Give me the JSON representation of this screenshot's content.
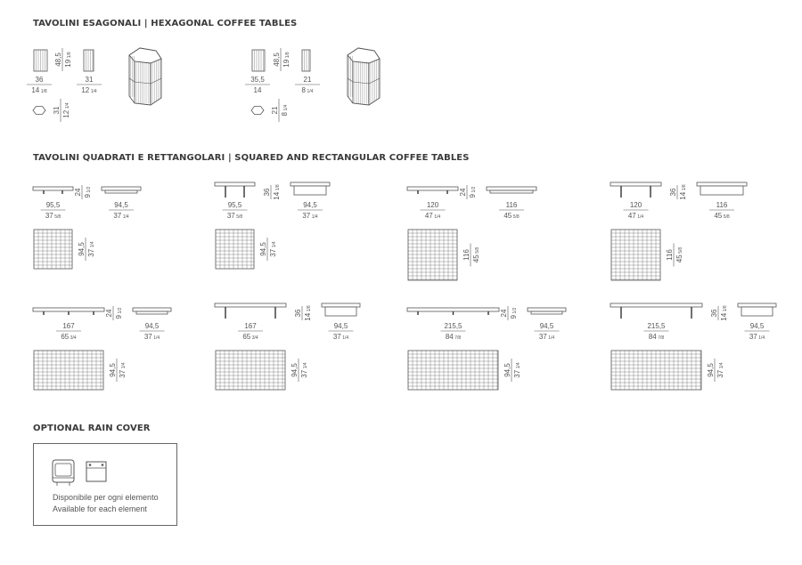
{
  "headings": {
    "hexagonal": "TAVOLINI ESAGONALI  |  HEXAGONAL COFFEE TABLES",
    "squared": "TAVOLINI QUADRATI E RETTANGOLARI  |  SQUARED AND RECTANGULAR COFFEE TABLES",
    "rain_cover": "OPTIONAL RAIN COVER"
  },
  "hexagonal": [
    {
      "height": "48,5",
      "height_in": "19",
      "height_frac": "1/8",
      "width": "36",
      "width_in": "14",
      "width_frac": "1/8",
      "depth": "31",
      "depth_in": "12",
      "depth_frac": "1/4",
      "top_dim": "31",
      "top_in": "12",
      "top_frac": "1/4"
    },
    {
      "height": "48,5",
      "height_in": "19",
      "height_frac": "1/8",
      "width": "35,5",
      "width_in": "14",
      "width_frac": "",
      "depth": "21",
      "depth_in": "8",
      "depth_frac": "1/4",
      "top_dim": "21",
      "top_in": "8",
      "top_frac": "1/4"
    }
  ],
  "tables": [
    {
      "height": "24",
      "height_in": "9",
      "height_frac": "1/2",
      "length": "95,5",
      "length_in": "37",
      "length_frac": "5/8",
      "width": "94,5",
      "width_in": "37",
      "width_frac": "1/4",
      "plan_dim": "94,5",
      "plan_in": "37",
      "plan_frac": "1/4"
    },
    {
      "height": "36",
      "height_in": "14",
      "height_frac": "1/8",
      "length": "95,5",
      "length_in": "37",
      "length_frac": "5/8",
      "width": "94,5",
      "width_in": "37",
      "width_frac": "1/4",
      "plan_dim": "94,5",
      "plan_in": "37",
      "plan_frac": "1/4"
    },
    {
      "height": "24",
      "height_in": "9",
      "height_frac": "1/2",
      "length": "120",
      "length_in": "47",
      "length_frac": "1/4",
      "width": "116",
      "width_in": "45",
      "width_frac": "5/8",
      "plan_dim": "116",
      "plan_in": "45",
      "plan_frac": "5/8"
    },
    {
      "height": "36",
      "height_in": "14",
      "height_frac": "1/8",
      "length": "120",
      "length_in": "47",
      "length_frac": "1/4",
      "width": "116",
      "width_in": "45",
      "width_frac": "5/8",
      "plan_dim": "116",
      "plan_in": "45",
      "plan_frac": "5/8"
    },
    {
      "height": "24",
      "height_in": "9",
      "height_frac": "1/2",
      "length": "167",
      "length_in": "65",
      "length_frac": "3/4",
      "width": "94,5",
      "width_in": "37",
      "width_frac": "1/4",
      "plan_dim": "94,5",
      "plan_in": "37",
      "plan_frac": "1/4"
    },
    {
      "height": "36",
      "height_in": "14",
      "height_frac": "1/8",
      "length": "167",
      "length_in": "65",
      "length_frac": "3/4",
      "width": "94,5",
      "width_in": "37",
      "width_frac": "1/4",
      "plan_dim": "94,5",
      "plan_in": "37",
      "plan_frac": "1/4"
    },
    {
      "height": "24",
      "height_in": "9",
      "height_frac": "1/2",
      "length": "215,5",
      "length_in": "84",
      "length_frac": "7/8",
      "width": "94,5",
      "width_in": "37",
      "width_frac": "1/4",
      "plan_dim": "94,5",
      "plan_in": "37",
      "plan_frac": "1/4"
    },
    {
      "height": "36",
      "height_in": "14",
      "height_frac": "1/8",
      "length": "215,5",
      "length_in": "84",
      "length_frac": "7/8",
      "width": "94,5",
      "width_in": "37",
      "width_frac": "1/4",
      "plan_dim": "94,5",
      "plan_in": "37",
      "plan_frac": "1/4"
    }
  ],
  "rain_cover": {
    "line_it": "Disponibile per ogni elemento",
    "line_en": "Available for each element"
  },
  "colors": {
    "line": "#555555",
    "fill": "#ffffff",
    "text": "#3a3a3a"
  }
}
